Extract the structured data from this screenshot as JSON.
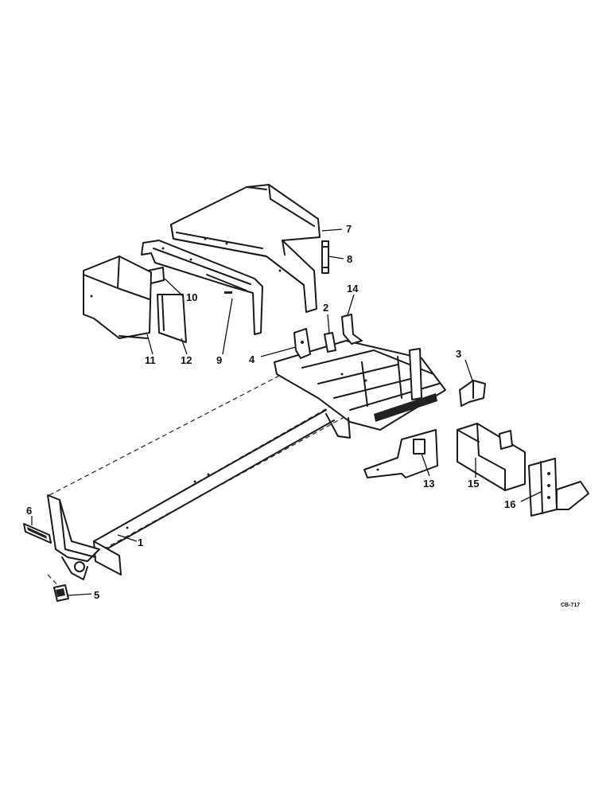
{
  "diagram": {
    "callouts": [
      {
        "id": "callout-1",
        "label": "1"
      },
      {
        "id": "callout-2",
        "label": "2"
      },
      {
        "id": "callout-3",
        "label": "3"
      },
      {
        "id": "callout-4",
        "label": "4"
      },
      {
        "id": "callout-5",
        "label": "5"
      },
      {
        "id": "callout-6",
        "label": "6"
      },
      {
        "id": "callout-7",
        "label": "7"
      },
      {
        "id": "callout-8",
        "label": "8"
      },
      {
        "id": "callout-9",
        "label": "9"
      },
      {
        "id": "callout-10",
        "label": "10"
      },
      {
        "id": "callout-11",
        "label": "11"
      },
      {
        "id": "callout-12",
        "label": "12"
      },
      {
        "id": "callout-13",
        "label": "13"
      },
      {
        "id": "callout-14",
        "label": "14"
      },
      {
        "id": "callout-15",
        "label": "15"
      },
      {
        "id": "callout-16",
        "label": "16"
      }
    ],
    "drawing_code": "CB-717"
  }
}
